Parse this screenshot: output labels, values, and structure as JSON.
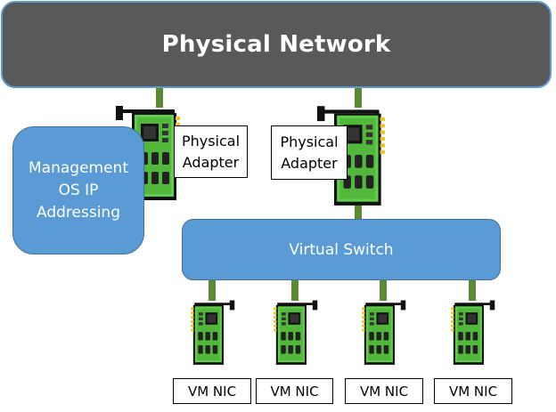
{
  "diagram": {
    "physical_network": {
      "label": "Physical Network"
    },
    "physical_adapters": [
      {
        "label": "Physical\nAdapter"
      },
      {
        "label": "Physical\nAdapter"
      }
    ],
    "management": {
      "label": "Management\nOS IP\nAddressing"
    },
    "virtual_switch": {
      "label": "Virtual Switch"
    },
    "vm_nics": [
      {
        "label": "VM NIC"
      },
      {
        "label": "VM NIC"
      },
      {
        "label": "VM NIC"
      },
      {
        "label": "VM NIC"
      }
    ],
    "colors": {
      "physical_network_fill": "#595959",
      "box_blue": "#5b9bd5",
      "link_green": "#5a8a32",
      "nic_board": "#5fce4a",
      "nic_contacts": "#f0c419"
    }
  }
}
